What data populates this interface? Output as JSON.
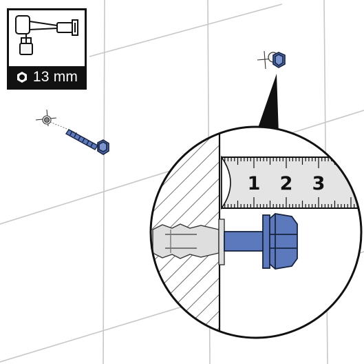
{
  "tool": {
    "socket_size_label": "13 mm",
    "icon": "socket-wrench-icon",
    "size_icon": "hex-nut-icon"
  },
  "ruler": {
    "numbers": [
      "1",
      "2",
      "3"
    ]
  },
  "colors": {
    "screw_blue": "#5d79bd",
    "screw_outline": "#17233f",
    "dowel_gray": "#dedede",
    "tile_grout": "#bdbdbd",
    "ruler_fill": "#e4e4e4",
    "ink": "#111111"
  }
}
